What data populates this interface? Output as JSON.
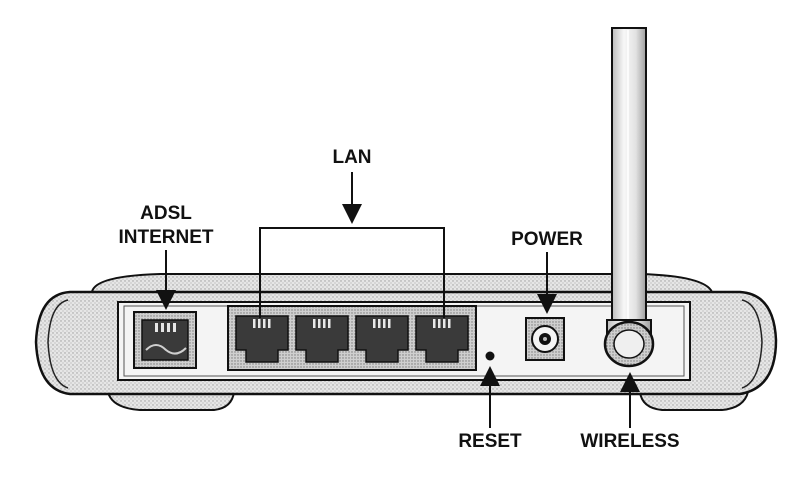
{
  "labels": {
    "lan": "LAN",
    "adsl_line1": "ADSL",
    "adsl_line2": "INTERNET",
    "power": "POWER",
    "reset": "RESET",
    "wireless": "WIRELESS"
  },
  "ports": {
    "lan_count": 4
  },
  "colors": {
    "ink": "#111111",
    "body_fill": "#f2f2f2",
    "port_fill": "#3a3a3a",
    "panel_fill": "#d9d9d9"
  }
}
